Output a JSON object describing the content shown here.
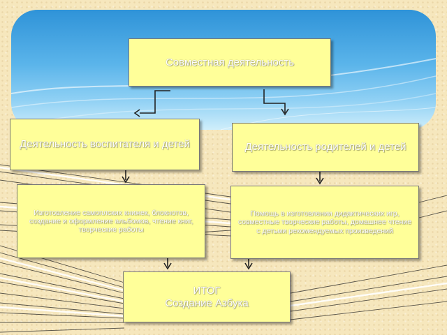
{
  "diagram": {
    "main": "Совместная  деятельность",
    "left": "Деятельность воспитателя и детей",
    "right": "Деятельность родителей и детей",
    "left_detail": "Изготовление самоплских книжек, блокнотов, создание и оформление альбомов, чтение книг, творческие работы",
    "right_detail": "Помощь в изготовлении дидактических игр, совместные творческие работы,  домашнее чтение с детьми рекомендуемых произведений",
    "result_title": "ИТОГ",
    "result_text": "Создание  Азбука"
  },
  "colors": {
    "box_fill": "#ffff99",
    "box_text": "#ffffff",
    "sky_top": "#2f93d8",
    "sky_bottom": "#cfeefb",
    "background": "#f6e7bd"
  }
}
